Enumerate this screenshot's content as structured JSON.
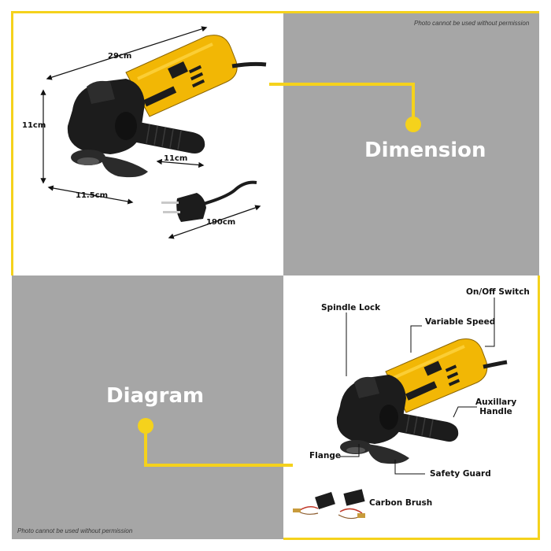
{
  "watermarks": {
    "top": "Photo cannot be used without permission",
    "bottom": "Photo cannot be used without permission"
  },
  "dimension_panel": {
    "title": "Dimension",
    "length": "29cm",
    "height": "11cm",
    "width": "11cm",
    "depth": "11.5cm",
    "cord": "190cm"
  },
  "diagram_panel": {
    "title": "Diagram",
    "callouts": {
      "on_off_switch": "On/Off Switch",
      "spindle_lock": "Spindle Lock",
      "variable_speed": "Variable Speed",
      "auxiliary_handle_line1": "Auxillary",
      "auxiliary_handle_line2": "Handle",
      "flange": "Flange",
      "safety_guard": "Safety Guard",
      "carbon_brush": "Carbon Brush"
    }
  },
  "colors": {
    "accent_yellow": "#f5d21c",
    "panel_gray": "#a6a6a6",
    "tool_yellow": "#f2b705",
    "tool_black": "#1c1c1c"
  }
}
